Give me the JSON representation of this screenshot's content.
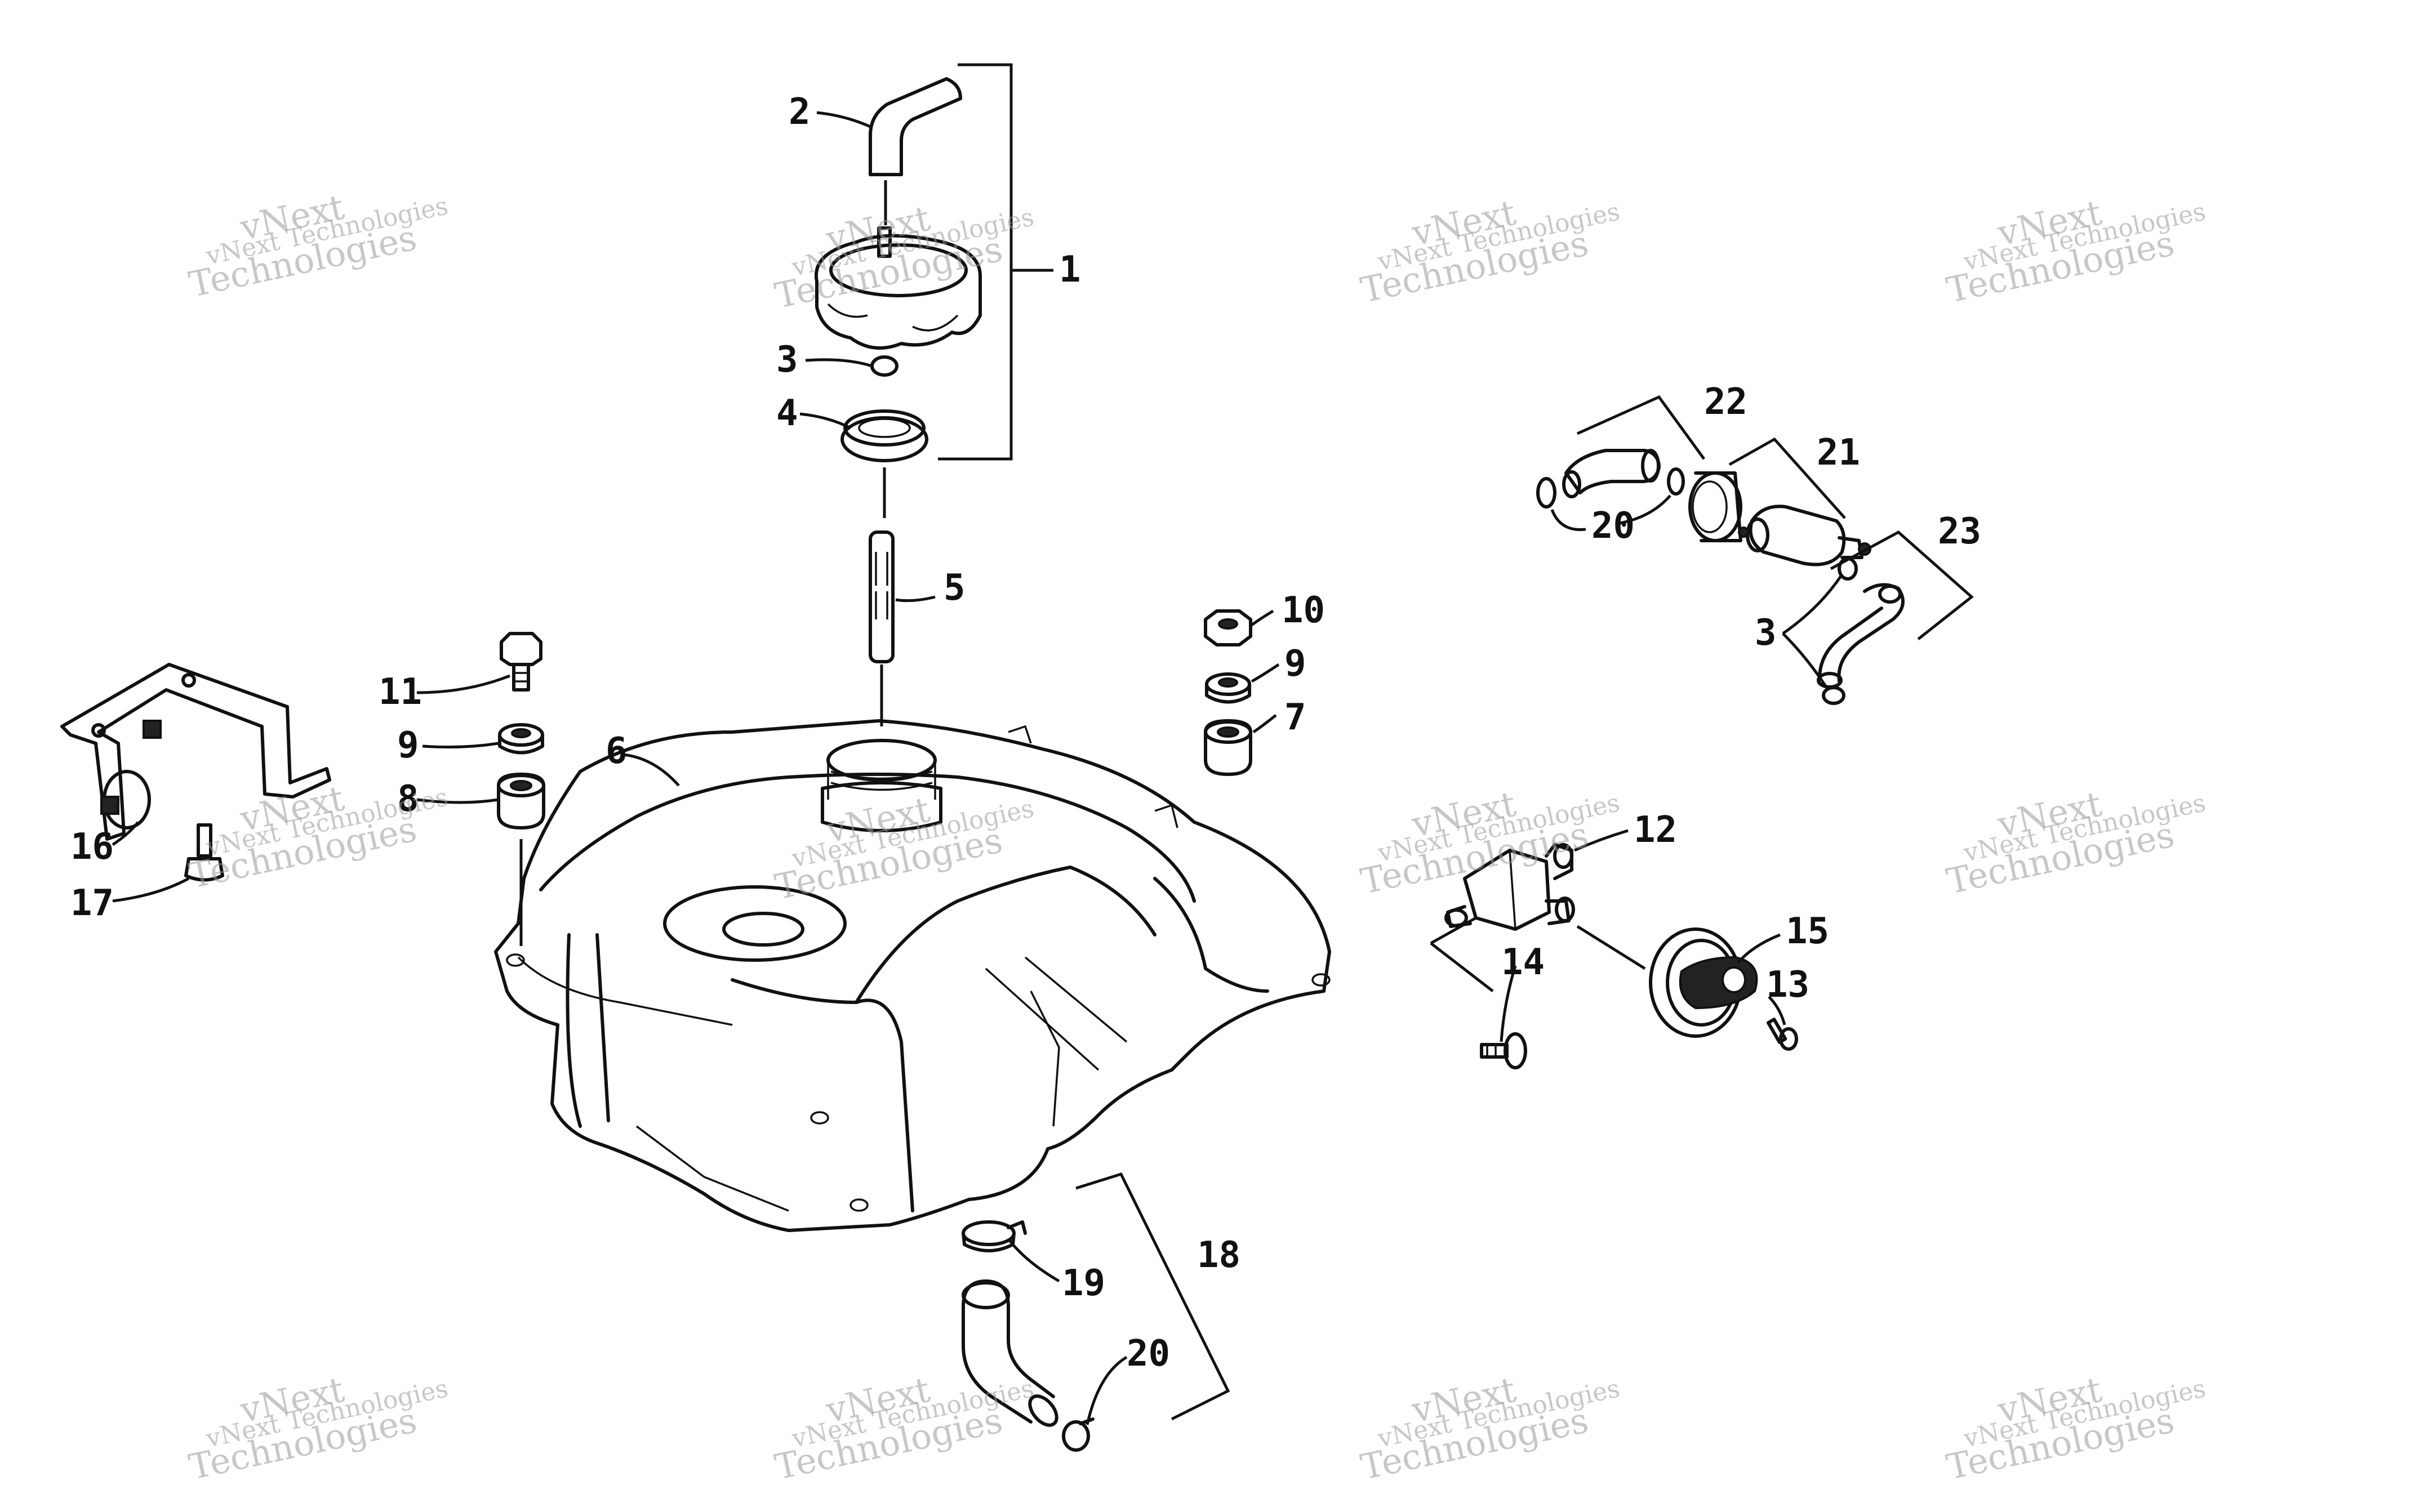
{
  "labels": {
    "l1": "1",
    "l2": "2",
    "l3a": "3",
    "l4": "4",
    "l5": "5",
    "l6": "6",
    "l7": "7",
    "l8": "8",
    "l9a": "9",
    "l9b": "9",
    "l10": "10",
    "l11": "11",
    "l12": "12",
    "l13": "13",
    "l14": "14",
    "l15": "15",
    "l16": "16",
    "l17": "17",
    "l18": "18",
    "l19": "19",
    "l20a": "20",
    "l20b": "20",
    "l21": "21",
    "l22": "22",
    "l23": "23",
    "l3b": "3"
  },
  "watermark": {
    "line1": "vNext Technologies",
    "line2": "vNext",
    "line3": "Technologies"
  }
}
